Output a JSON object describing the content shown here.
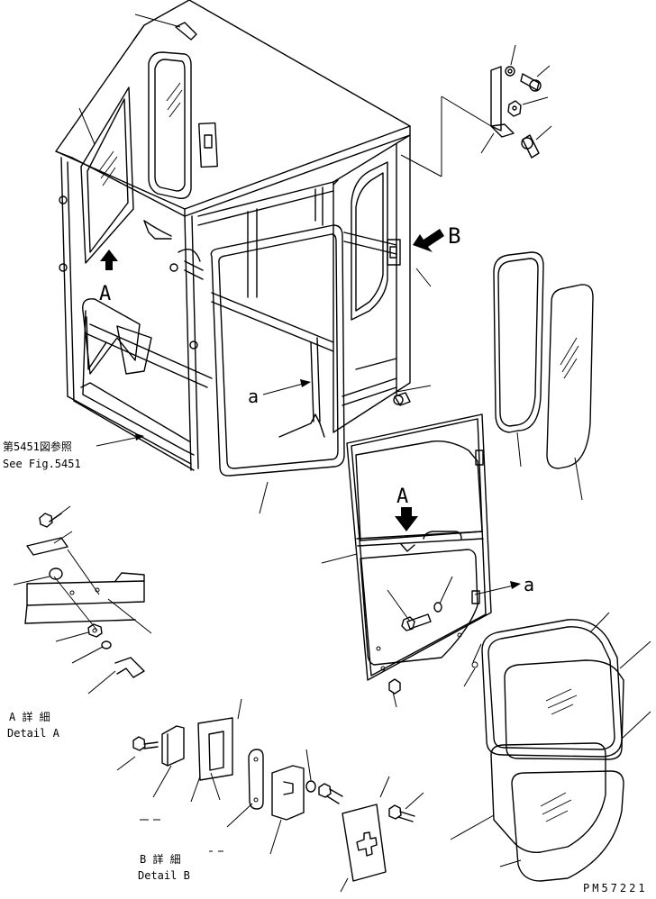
{
  "labels": {
    "view_a_letter": "A",
    "view_b_letter": "B",
    "door_a_letter": "A",
    "ref_a_left": "a",
    "ref_a_right": "a",
    "see_fig_jp": "第5451図参照",
    "see_fig_en": "See Fig.5451",
    "detail_a_jp": "A 詳 細",
    "detail_a_en": "Detail A",
    "detail_b_jp": "B 詳 細",
    "detail_b_en": "Detail B",
    "drawing_number": "PM57221"
  }
}
